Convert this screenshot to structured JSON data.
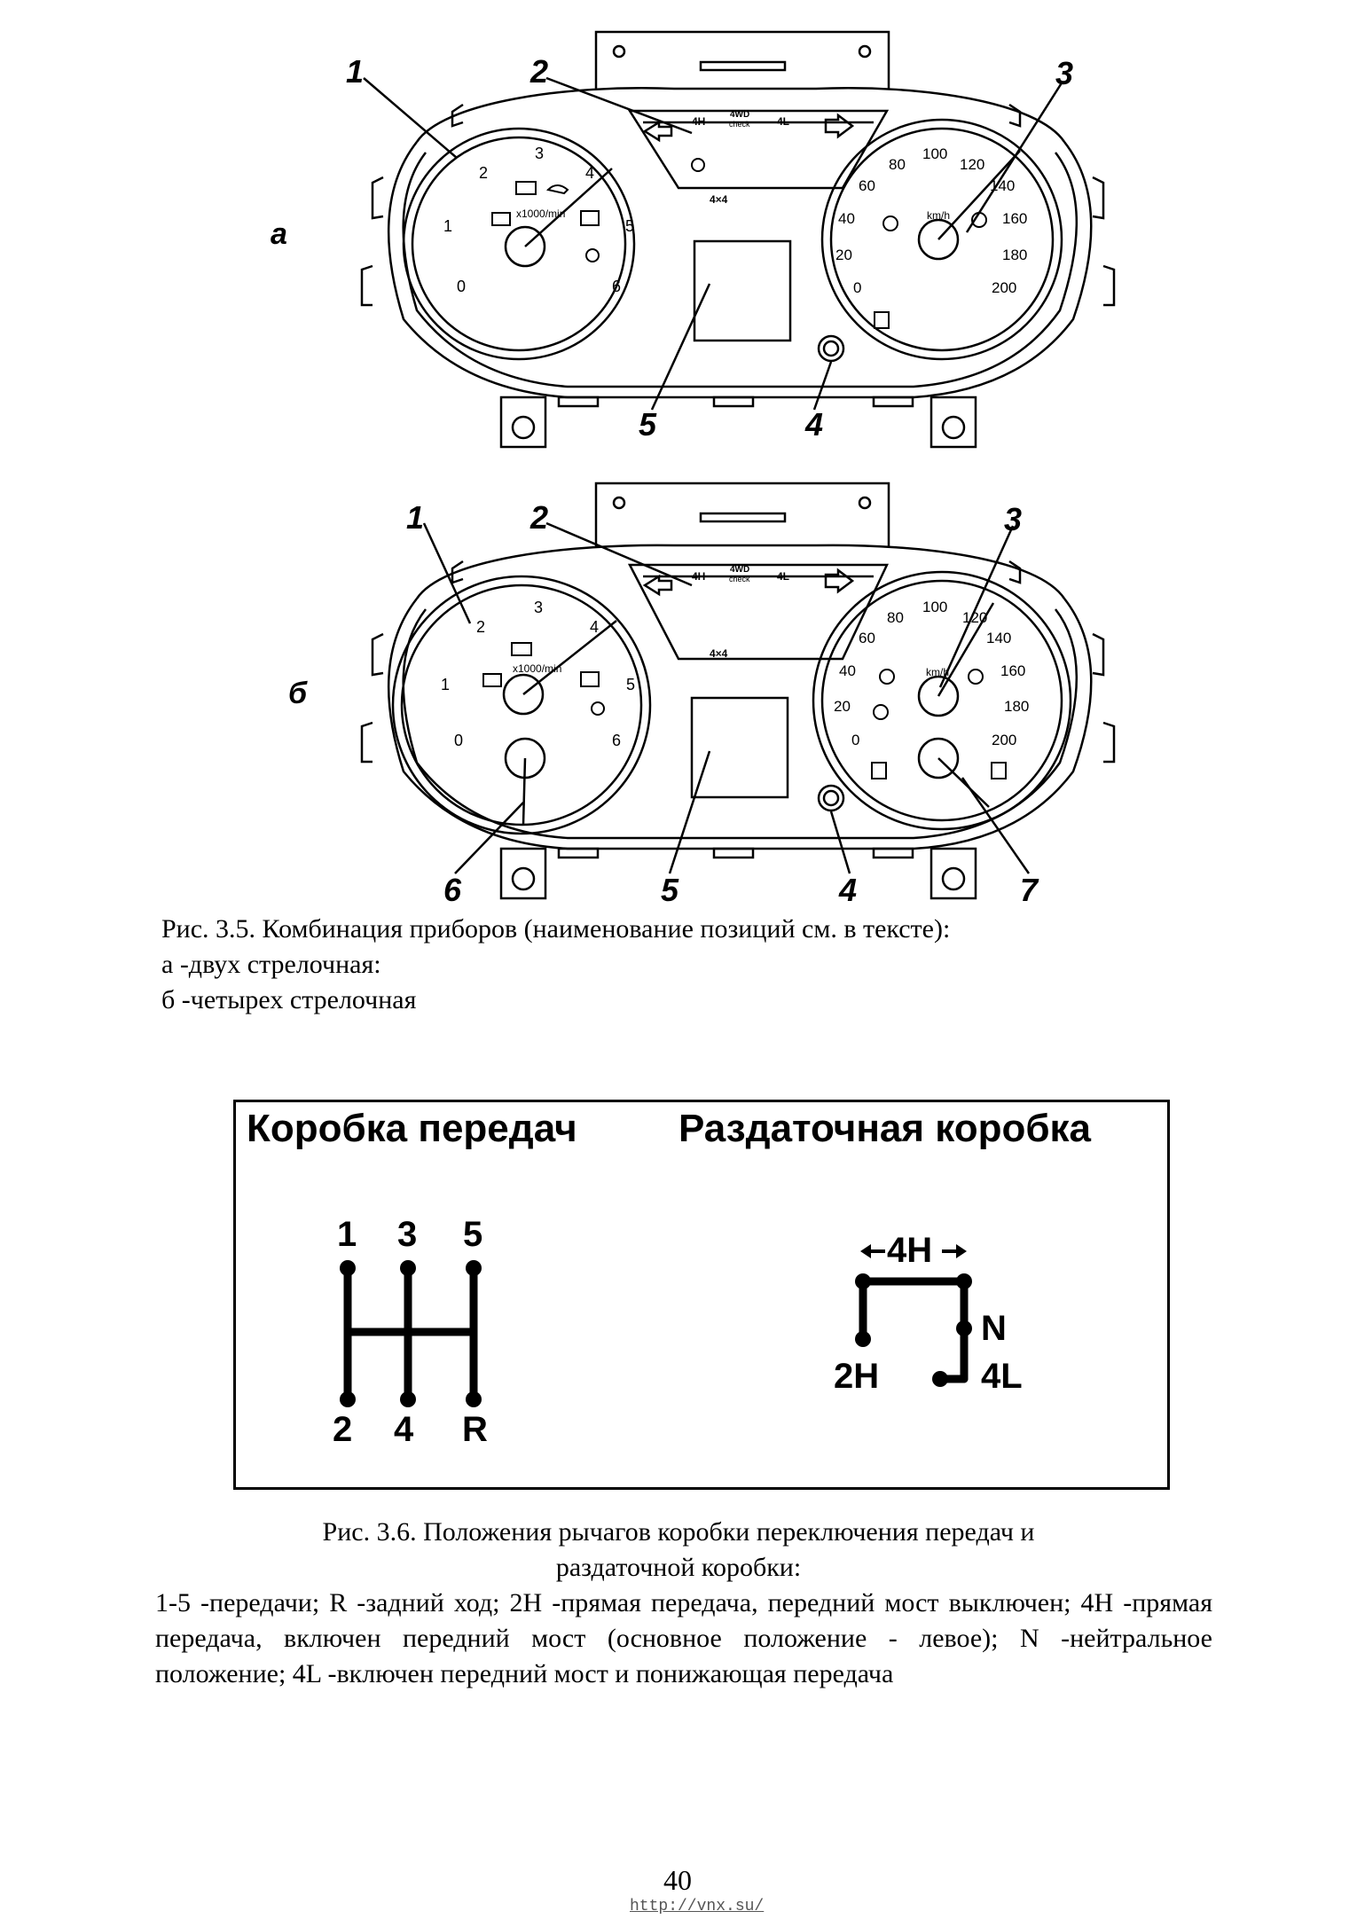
{
  "cluster_a": {
    "variant_label": "а",
    "callouts": [
      "1",
      "2",
      "3",
      "4",
      "5"
    ],
    "tach_numbers": [
      "0",
      "1",
      "2",
      "3",
      "4",
      "5",
      "6"
    ],
    "tach_unit": "x1000/min",
    "speed_numbers": [
      "0",
      "20",
      "40",
      "60",
      "80",
      "100",
      "120",
      "140",
      "160",
      "180",
      "200"
    ],
    "speed_unit": "km/h",
    "indicator_labels": [
      "4H",
      "4WD",
      "check",
      "4L",
      "4×4"
    ]
  },
  "cluster_b": {
    "variant_label": "б",
    "callouts": [
      "1",
      "2",
      "3",
      "4",
      "5",
      "6",
      "7"
    ],
    "tach_numbers": [
      "0",
      "1",
      "2",
      "3",
      "4",
      "5",
      "6"
    ],
    "tach_unit": "x1000/min",
    "speed_numbers": [
      "0",
      "20",
      "40",
      "60",
      "80",
      "100",
      "120",
      "140",
      "160",
      "180",
      "200"
    ],
    "speed_unit": "km/h",
    "indicator_labels": [
      "4H",
      "4WD",
      "check",
      "4L",
      "4×4"
    ]
  },
  "fig35": {
    "title": "Рис. 3.5. Комбинация приборов (наименование позиций см. в тексте):",
    "line_a": "а -двух стрелочная:",
    "line_b": "б -четырех стрелочная"
  },
  "shift_box": {
    "gearbox_title": "Коробка передач",
    "transfer_title": "Раздаточная коробка",
    "gear_top": [
      "1",
      "3",
      "5"
    ],
    "gear_bottom": [
      "2",
      "4",
      "R"
    ],
    "transfer_4h": "4H",
    "transfer_n": "N",
    "transfer_2h": "2H",
    "transfer_4l": "4L"
  },
  "fig36": {
    "title_line1": "Рис. 3.6. Положения рычагов коробки переключения передач и",
    "title_line2": "раздаточной коробки:",
    "body": "1-5 -передачи; R -задний ход; 2H -прямая передача, передний мост выключен; 4H -прямая передача, включен передний мост (основное положение - левое); N -нейтральное положение; 4L -включен передний мост и понижающая передача"
  },
  "footer": {
    "page_number": "40",
    "url": "http://vnx.su/"
  }
}
